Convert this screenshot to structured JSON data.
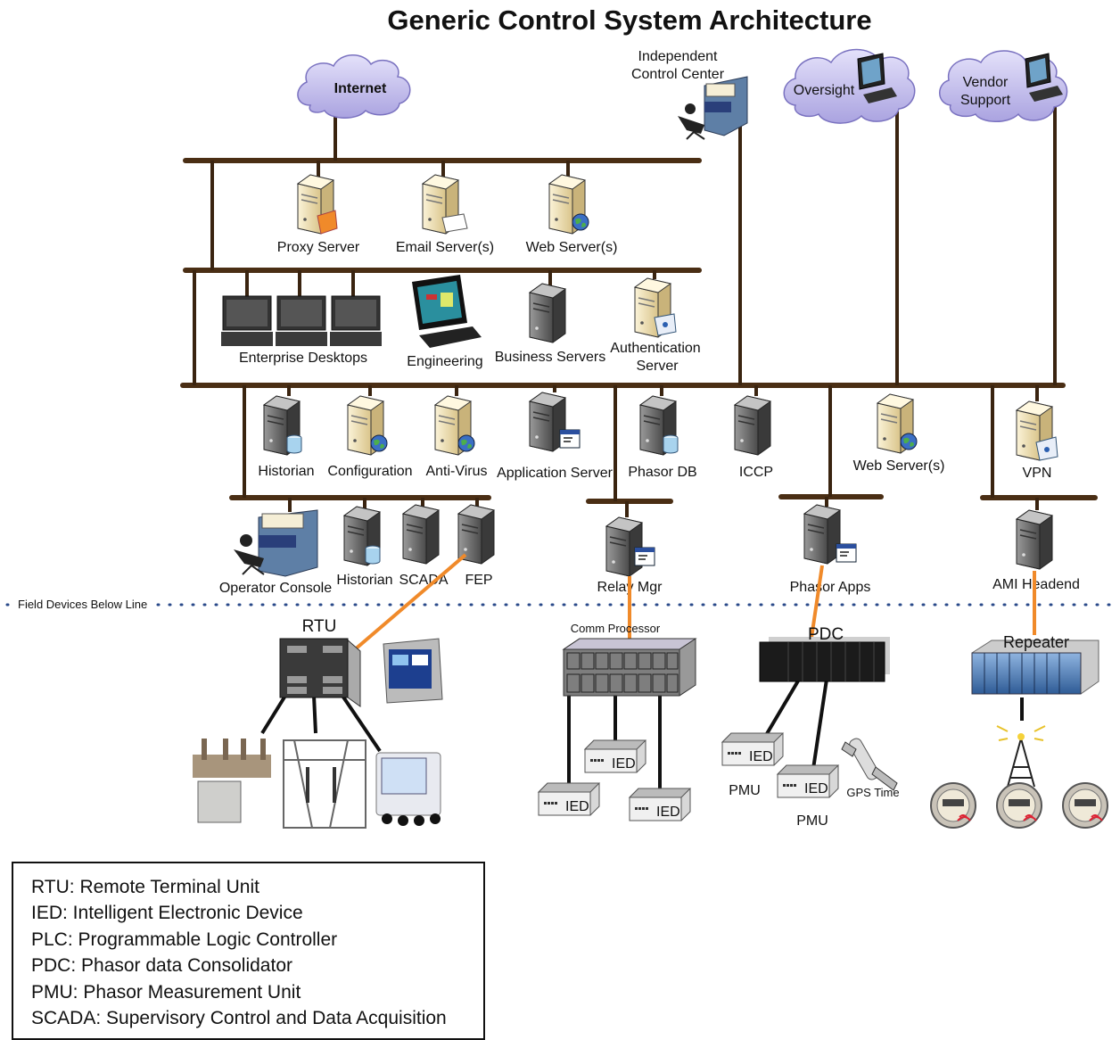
{
  "title": "Generic Control System Architecture",
  "clouds": {
    "internet": "Internet",
    "oversight": "Oversight",
    "vendor_line1": "Vendor",
    "vendor_line2": "Support"
  },
  "control_center": {
    "line1": "Independent",
    "line2": "Control Center"
  },
  "dmz": {
    "proxy": "Proxy Server",
    "email": "Email Server(s)",
    "web": "Web Server(s)"
  },
  "enterprise": {
    "desktops": "Enterprise Desktops",
    "engineering": "Engineering",
    "business": "Business Servers",
    "auth_line1": "Authentication",
    "auth_line2": "Server"
  },
  "control_lan": {
    "historian": "Historian",
    "configuration": "Configuration",
    "antivirus": "Anti-Virus",
    "appserver": "Application Server",
    "phasordb": "Phasor DB",
    "iccp": "ICCP",
    "web2": "Web Server(s)",
    "vpn": "VPN"
  },
  "operations": {
    "console": "Operator Console",
    "historian2": "Historian",
    "scada": "SCADA",
    "fep": "FEP",
    "relay": "Relay Mgr",
    "phasorapps": "Phasor Apps",
    "ami": "AMI Headend"
  },
  "field": {
    "divider": "Field Devices Below Line",
    "rtu": "RTU",
    "commproc": "Comm Processor",
    "pdc": "PDC",
    "repeater": "Repeater",
    "ied": "IED",
    "pmu": "PMU",
    "gps": "GPS Time"
  },
  "legend": [
    "RTU: Remote Terminal Unit",
    "IED: Intelligent Electronic Device",
    "PLC: Programmable Logic Controller",
    "PDC: Phasor data Consolidator",
    "PMU: Phasor Measurement Unit",
    "SCADA: Supervisory Control and Data Acquisition"
  ],
  "colors": {
    "bus": "#4a2e14",
    "fiber": "#f08a2a",
    "cloud": "#c9c4ef",
    "server_light": "#f2e2b3",
    "server_dark": "#6d6d6d",
    "console": "#5e7fa6"
  }
}
